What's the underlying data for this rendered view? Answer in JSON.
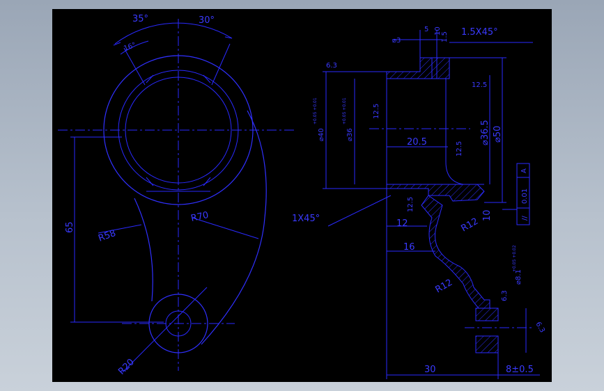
{
  "colors": {
    "background": "#000000",
    "lines": "#2a2aff",
    "frame": "#a8b3c1"
  },
  "left_view": {
    "angles": {
      "a35": "35°",
      "a30": "30°",
      "a16": "16°"
    },
    "radii": {
      "r58": "R58",
      "r70": "R70",
      "r20": "R20"
    },
    "distance": "65"
  },
  "section_view": {
    "top": {
      "d3": "⌀3",
      "five": "5",
      "ten": "10",
      "one_five": "1.5",
      "chamfer": "1.5X45°"
    },
    "left_dims": {
      "r63": "6.3",
      "d40": "⌀40",
      "d40_tol": "+0.05 +0.01",
      "d36": "⌀36",
      "d36_tol": "+0.05 +0.01",
      "r125a": "12.5"
    },
    "right_dims": {
      "r125b": "12.5",
      "d365": "⌀36.5",
      "d50": "⌀50",
      "r125c": "12.5"
    },
    "mid": {
      "w205": "20.5",
      "chamfer_1x45": "1X45°",
      "r125d": "12.5",
      "w12": "12",
      "w16": "16"
    },
    "web": {
      "r12a": "R12",
      "h10": "10",
      "r12b": "R12"
    },
    "tolerance_frame": {
      "symbol": "//",
      "value": "0.01",
      "datum": "A"
    },
    "boss": {
      "d81": "⌀8.1",
      "d81_tol": "+0.05 +0.02",
      "r63b": "6.3",
      "r63c": "6.3"
    },
    "bottom": {
      "w30": "30",
      "w8": "8±0.5"
    }
  }
}
